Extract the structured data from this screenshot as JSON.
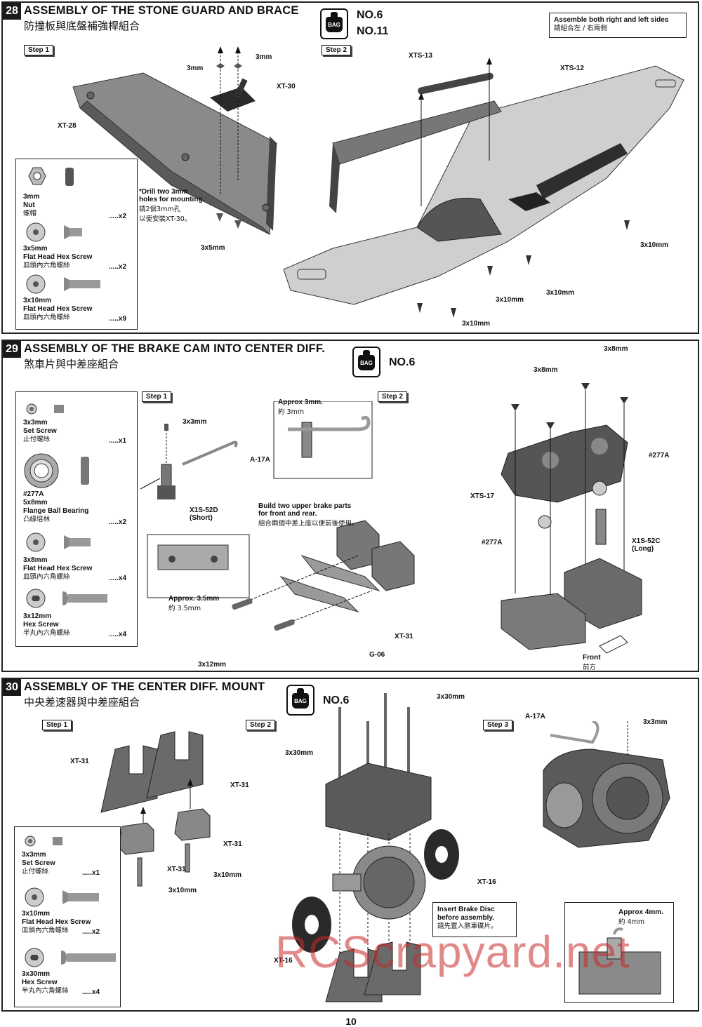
{
  "colors": {
    "watermark": "#c82828",
    "part_gray": "#7a7a7a",
    "dark_gray": "#3a3a3a"
  },
  "s28": {
    "num": "28",
    "title": "ASSEMBLY OF THE STONE GUARD AND BRACE",
    "subtitle": "防撞板與底盤補強桿組合",
    "bag_icon": "BAG",
    "bag1": "NO.6",
    "bag2": "NO.11",
    "step1": "Step 1",
    "step2": "Step 2",
    "note_en": "Assemble both right and left sides",
    "note_zh": "請組合左 / 右兩側",
    "labels": {
      "m3a": "3mm",
      "m3b": "3mm",
      "xt30": "XT-30",
      "xt28": "XT-28",
      "drill1": "*Drill two 3mm",
      "drill2": "holes for mounting.",
      "drill_zh1": "請2個3mm孔",
      "drill_zh2": "以便安裝XT-30。",
      "x5": "3x5mm",
      "xts13": "XTS-13",
      "xts12": "XTS-12",
      "x10a": "3x10mm",
      "x10b": "3x10mm",
      "x10c": "3x10mm",
      "x10d": "3x10mm"
    },
    "parts": [
      {
        "size": "3mm",
        "name": "Nut",
        "zh": "螺帽",
        "qty": ".....x2"
      },
      {
        "size": "3x5mm",
        "name": "Flat Head Hex Screw",
        "zh": "皿頭內六角螺絲",
        "qty": ".....x2"
      },
      {
        "size": "3x10mm",
        "name": "Flat Head Hex Screw",
        "zh": "皿頭內六角螺絲",
        "qty": ".....x9"
      }
    ]
  },
  "s29": {
    "num": "29",
    "title": "ASSEMBLY OF THE BRAKE CAM INTO CENTER DIFF.",
    "subtitle": "煞車片與中差座組合",
    "bag_icon": "BAG",
    "bag1": "NO.6",
    "step1": "Step 1",
    "step2": "Step 2",
    "labels": {
      "x3": "3x3mm",
      "a17a": "A-17A",
      "x1s52d": "X1S-52D",
      "short": "(Short)",
      "approx3": "Approx 3mm.",
      "approx3zh": "約 3mm",
      "build1": "Build two upper brake parts",
      "build2": "for front and rear.",
      "build_zh": "組合兩個中差上座以便前後使用。",
      "approx35": "Approx. 3.5mm",
      "approx35zh": "約 3.5mm",
      "xt31": "XT-31",
      "g06": "G-06",
      "x12": "3x12mm",
      "x8a": "3x8mm",
      "x8b": "3x8mm",
      "xts17": "XTS-17",
      "b277a1": "#277A",
      "b277a2": "#277A",
      "x1s52c": "X1S-52C",
      "long": "(Long)",
      "front": "Front",
      "front_zh": "前方"
    },
    "parts": [
      {
        "size": "3x3mm",
        "name": "Set Screw",
        "zh": "止付螺絲",
        "qty": ".....x1"
      },
      {
        "size": "#277A",
        "size2": "5x8mm",
        "name": "Flange Ball Bearing",
        "zh": "凸緣培林",
        "qty": ".....x2"
      },
      {
        "size": "3x8mm",
        "name": "Flat Head Hex Screw",
        "zh": "皿頭內六角螺絲",
        "qty": ".....x4"
      },
      {
        "size": "3x12mm",
        "name": "Hex Screw",
        "zh": "半丸內六角螺絲",
        "qty": ".....x4"
      }
    ]
  },
  "s30": {
    "num": "30",
    "title": "ASSEMBLY OF THE CENTER DIFF. MOUNT",
    "subtitle": "中央差速器與中差座組合",
    "bag_icon": "BAG",
    "bag1": "NO.6",
    "step1": "Step 1",
    "step2": "Step 2",
    "step3": "Step 3",
    "labels": {
      "xt31a": "XT-31",
      "xt31b": "XT-31",
      "xt31c": "XT-31",
      "xt31d": "XT-31",
      "x10a": "3x10mm",
      "x10b": "3x10mm",
      "x30a": "3x30mm",
      "x30b": "3x30mm",
      "xt16a": "XT-16",
      "xt16b": "XT-16",
      "disc1": "Insert Brake Disc",
      "disc2": "before assembly.",
      "disc_zh": "請先置入煞車碟片。",
      "a17a": "A-17A",
      "x3": "3x3mm",
      "approx4": "Approx 4mm.",
      "approx4zh": "約 4mm"
    },
    "parts": [
      {
        "size": "3x3mm",
        "name": "Set Screw",
        "zh": "止付螺絲",
        "qty": ".....x1"
      },
      {
        "size": "3x10mm",
        "name": "Flat Head Hex Screw",
        "zh": "皿頭內六角螺絲",
        "qty": ".....x2"
      },
      {
        "size": "3x30mm",
        "name": "Hex Screw",
        "zh": "半丸內六角螺絲",
        "qty": ".....x4"
      }
    ]
  },
  "page_number": "10",
  "watermark": "RCScrapyard.net"
}
